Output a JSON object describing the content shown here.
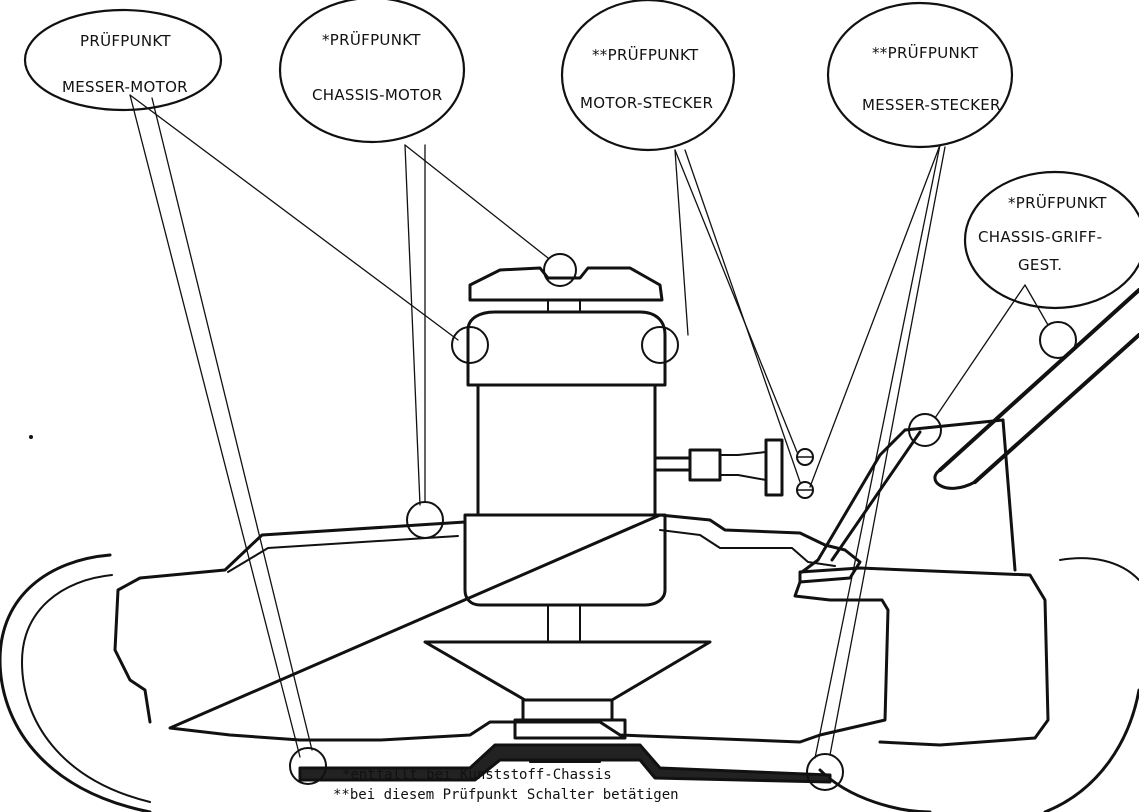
{
  "callouts": [
    {
      "id": "messer-motor",
      "line1": "PRÜFPUNKT",
      "line2": "MESSER-MOTOR",
      "line3": ""
    },
    {
      "id": "chassis-motor",
      "line1": "*PRÜFPUNKT",
      "line2": "CHASSIS-MOTOR",
      "line3": ""
    },
    {
      "id": "motor-stecker",
      "line1": "**PRÜFPUNKT",
      "line2": "MOTOR-STECKER",
      "line3": ""
    },
    {
      "id": "messer-stecker",
      "line1": "**PRÜFPUNKT",
      "line2": "MESSER-STECKER",
      "line3": ""
    },
    {
      "id": "chassis-griff",
      "line1": "*PRÜFPUNKT",
      "line2": "CHASSIS-GRIFF-",
      "line3": "GEST."
    }
  ],
  "footnotes": {
    "note1": "*entfällt bei Kunststoff-Chassis",
    "note2": "**bei diesem Prüfpunkt Schalter betätigen"
  }
}
